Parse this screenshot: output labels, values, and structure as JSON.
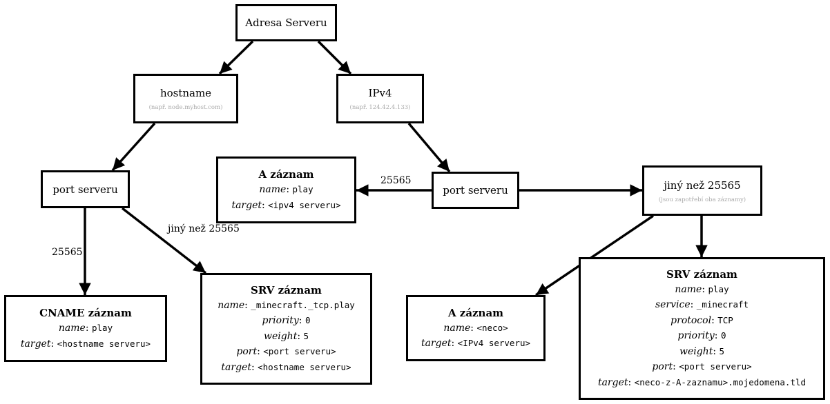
{
  "nodes": {
    "root": {
      "label": "Adresa Serveru"
    },
    "hostname": {
      "label": "hostname",
      "note": "(např. node.myhost.com)"
    },
    "ipv4": {
      "label": "IPv4",
      "note": "(např. 124.42.4.133)"
    },
    "port_left": {
      "label": "port serveru"
    },
    "port_mid": {
      "label": "port serveru"
    },
    "jiny": {
      "label": "jiný než 25565",
      "note": "(jsou zapotřebí oba záznamy)"
    },
    "a_play": {
      "title": "A záznam",
      "rows": [
        {
          "key": "name",
          "value": "play"
        },
        {
          "key": "target",
          "value": "<ipv4 serveru>"
        }
      ]
    },
    "cname": {
      "title": "CNAME záznam",
      "rows": [
        {
          "key": "name",
          "value": "play"
        },
        {
          "key": "target",
          "value": "<hostname serveru>"
        }
      ]
    },
    "srv_left": {
      "title": "SRV záznam",
      "rows": [
        {
          "key": "name",
          "value": "_minecraft._tcp.play"
        },
        {
          "key": "priority",
          "value": "0"
        },
        {
          "key": "weight",
          "value": "5"
        },
        {
          "key": "port",
          "value": "<port serveru>"
        },
        {
          "key": "target",
          "value": "<hostname serveru>"
        }
      ]
    },
    "a_neco": {
      "title": "A záznam",
      "rows": [
        {
          "key": "name",
          "value": "<neco>"
        },
        {
          "key": "target",
          "value": "<IPv4 serveru>"
        }
      ]
    },
    "srv_right": {
      "title": "SRV záznam",
      "rows": [
        {
          "key": "name",
          "value": "play"
        },
        {
          "key": "service",
          "value": "_minecraft"
        },
        {
          "key": "protocol",
          "value": "TCP"
        },
        {
          "key": "priority",
          "value": "0"
        },
        {
          "key": "weight",
          "value": "5"
        },
        {
          "key": "port",
          "value": "<port serveru>"
        },
        {
          "key": "target",
          "value": "<neco-z-A-zaznamu>.mojedomena.tld"
        }
      ]
    }
  },
  "edge_labels": {
    "mid_to_a": "25565",
    "left_to_cname": "25565",
    "left_to_srv": "jiný než 25565"
  }
}
